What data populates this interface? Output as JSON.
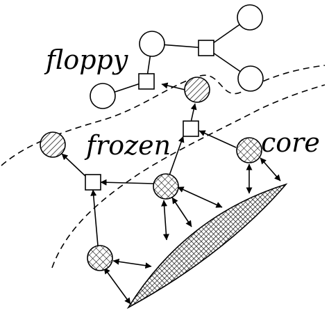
{
  "labels": {
    "floppy": "floppy",
    "frozen": "frozen",
    "core": "core"
  },
  "node_styles": {
    "floppy_circle": "open",
    "frozen_circle": "hatched",
    "core_circle": "cross-hatched",
    "junction": "square"
  },
  "colors": {
    "ink": "#000000",
    "background": "#ffffff"
  }
}
